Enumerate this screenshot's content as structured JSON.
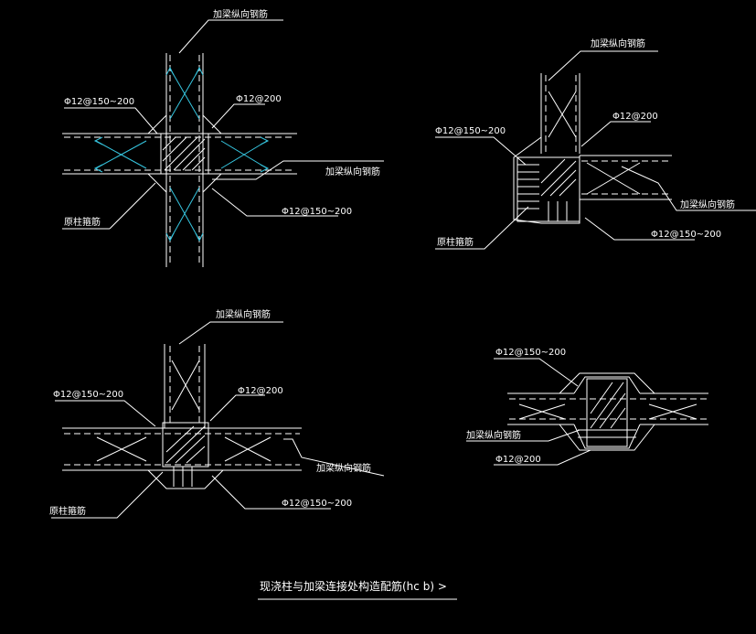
{
  "labels": {
    "beam_long_rebar": "加梁纵向钢筋",
    "stirrup_150_200": "Φ12@150~200",
    "stirrup_200": "Φ12@200",
    "column_long_rebar": "加梁纵向钢筋",
    "orig_stirrup": "原柱箍筋"
  },
  "caption": "现浇柱与加梁连接处构造配筋(hc   b)   >",
  "colors": {
    "background": "#000000",
    "lines": "#ffffff",
    "rebar_accent": "#36c6e0"
  }
}
